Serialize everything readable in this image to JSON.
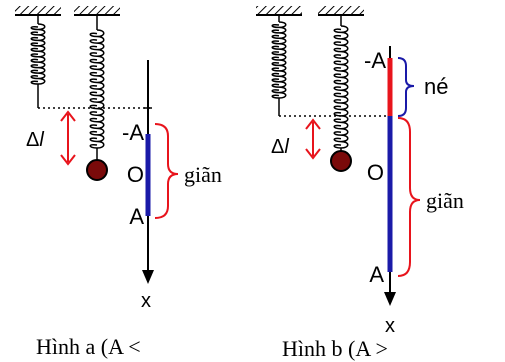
{
  "figure_a": {
    "label_neg_A": "-A",
    "label_O": "O",
    "label_A": "A",
    "label_x": "x",
    "label_dl_delta": "Δ",
    "label_dl_l": "l",
    "label_stretch": "giãn",
    "caption": "Hình a (A <"
  },
  "figure_b": {
    "label_neg_A": "-A",
    "label_O": "O",
    "label_A": "A",
    "label_x": "x",
    "label_dl_delta": "Δ",
    "label_dl_l": "l",
    "label_compress": "né",
    "label_stretch": "giãn",
    "caption": "Hình b (A >"
  },
  "colors": {
    "ink": "#000000",
    "axis_blue": "#1a1aa8",
    "compress_red": "#e8141c",
    "brace_red": "#e8141c",
    "brace_blue": "#1a1aa8",
    "ball_fill": "#7a0a0a",
    "arrow_red": "#e8141c"
  }
}
